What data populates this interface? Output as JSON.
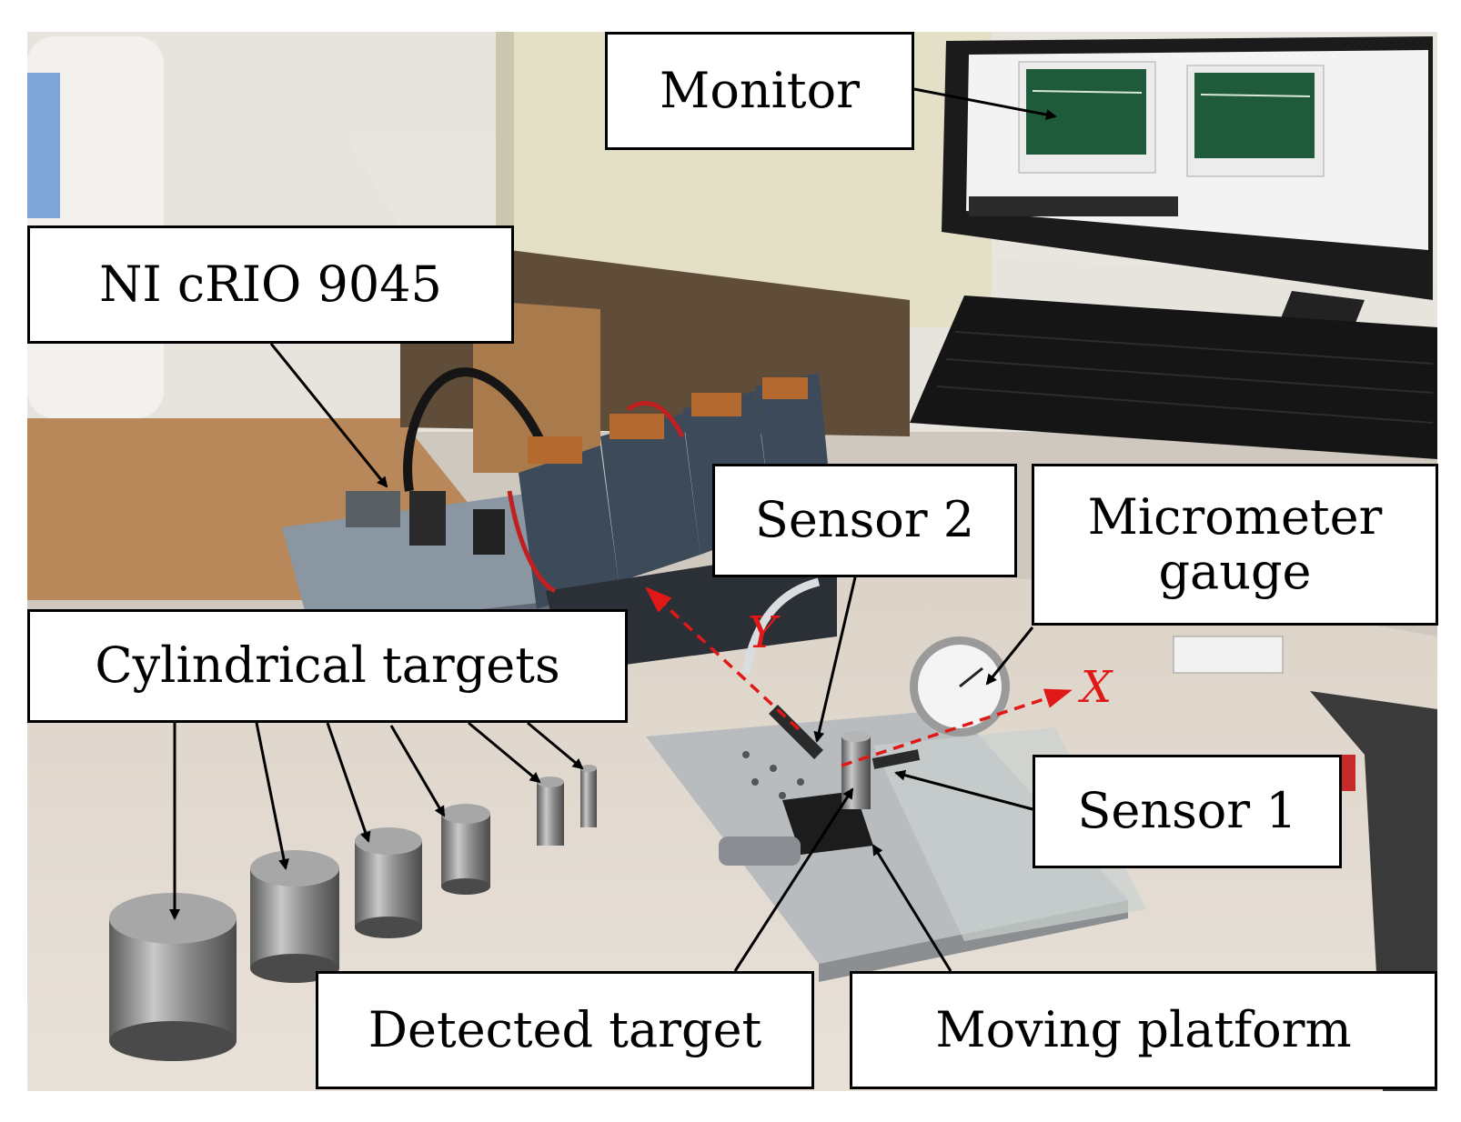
{
  "labels": {
    "monitor": "Monitor",
    "crio": "NI cRIO 9045",
    "sensor2": "Sensor 2",
    "micrometer_line1": "Micrometer",
    "micrometer_line2": "gauge",
    "cylinders": "Cylindrical targets",
    "sensor1": "Sensor 1",
    "detected": "Detected target",
    "moving": "Moving platform"
  },
  "axes": {
    "y": "Y",
    "x": "X",
    "color": "#e01818"
  }
}
